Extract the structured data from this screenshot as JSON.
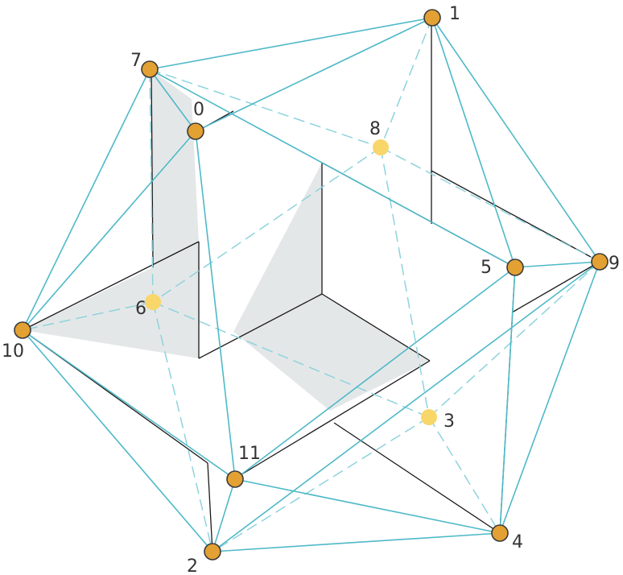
{
  "figure": {
    "colors": {
      "edge": "#4fb9c8",
      "edge_hidden": "#8ed3dd",
      "plane_line": "#1a1a1a",
      "plane_fill": "#e4e7e8",
      "vertex_front": "#e3a133",
      "vertex_back": "#f8d66a",
      "vertex_stroke": "#3a3a3a",
      "label": "#333333"
    },
    "vertices": [
      {
        "id": "v1",
        "label": "1",
        "hidden": false
      },
      {
        "id": "v7",
        "label": "7",
        "hidden": false
      },
      {
        "id": "v0",
        "label": "0",
        "hidden": false
      },
      {
        "id": "v8",
        "label": "8",
        "hidden": true
      },
      {
        "id": "v5",
        "label": "5",
        "hidden": false
      },
      {
        "id": "v9",
        "label": "9",
        "hidden": false
      },
      {
        "id": "v6",
        "label": "6",
        "hidden": true
      },
      {
        "id": "v10",
        "label": "10",
        "hidden": false
      },
      {
        "id": "v3",
        "label": "3",
        "hidden": true
      },
      {
        "id": "v11",
        "label": "11",
        "hidden": false
      },
      {
        "id": "v2",
        "label": "2",
        "hidden": false
      },
      {
        "id": "v4",
        "label": "4",
        "hidden": false
      }
    ],
    "edges_visible": [
      [
        "1",
        "7"
      ],
      [
        "1",
        "0"
      ],
      [
        "1",
        "5"
      ],
      [
        "1",
        "9"
      ],
      [
        "7",
        "0"
      ],
      [
        "7",
        "10"
      ],
      [
        "7",
        "5"
      ],
      [
        "0",
        "10"
      ],
      [
        "0",
        "11"
      ],
      [
        "9",
        "5"
      ],
      [
        "9",
        "4"
      ],
      [
        "9",
        "2"
      ],
      [
        "10",
        "11"
      ],
      [
        "10",
        "2"
      ],
      [
        "5",
        "4"
      ],
      [
        "5",
        "11"
      ],
      [
        "11",
        "2"
      ],
      [
        "11",
        "4"
      ],
      [
        "2",
        "4"
      ]
    ],
    "edges_hidden": [
      [
        "1",
        "8"
      ],
      [
        "7",
        "8"
      ],
      [
        "8",
        "9"
      ],
      [
        "8",
        "6"
      ],
      [
        "8",
        "3"
      ],
      [
        "6",
        "10"
      ],
      [
        "6",
        "7"
      ],
      [
        "6",
        "3"
      ],
      [
        "6",
        "2"
      ],
      [
        "3",
        "9"
      ],
      [
        "3",
        "4"
      ],
      [
        "3",
        "2"
      ]
    ]
  }
}
